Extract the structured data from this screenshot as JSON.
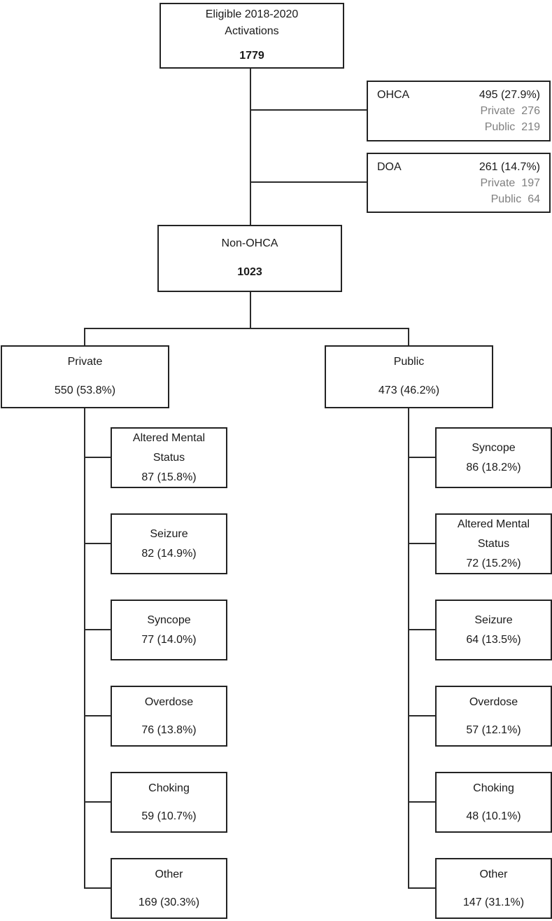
{
  "diagram": {
    "root": {
      "title": "Eligible 2018-2020\nActivations",
      "value": "1779"
    },
    "exclusions": [
      {
        "label": "OHCA",
        "value": "495 (27.9%)",
        "breakdown": [
          {
            "label": "Private",
            "value": "276"
          },
          {
            "label": "Public",
            "value": "219"
          }
        ]
      },
      {
        "label": "DOA",
        "value": "261 (14.7%)",
        "breakdown": [
          {
            "label": "Private",
            "value": "197"
          },
          {
            "label": "Public",
            "value": "64"
          }
        ]
      }
    ],
    "non_ohca": {
      "title": "Non-OHCA",
      "value": "1023"
    },
    "branches": [
      {
        "title": "Private",
        "value": "550 (53.8%)",
        "children": [
          {
            "title": "Altered Mental Status",
            "value": "87 (15.8%)"
          },
          {
            "title": "Seizure",
            "value": "82 (14.9%)"
          },
          {
            "title": "Syncope",
            "value": "77 (14.0%)"
          },
          {
            "title": "Overdose",
            "value": "76 (13.8%)"
          },
          {
            "title": "Choking",
            "value": "59 (10.7%)"
          },
          {
            "title": "Other",
            "value": "169 (30.3%)"
          }
        ]
      },
      {
        "title": "Public",
        "value": "473 (46.2%)",
        "children": [
          {
            "title": "Syncope",
            "value": "86 (18.2%)"
          },
          {
            "title": "Altered Mental Status",
            "value": "72 (15.2%)"
          },
          {
            "title": "Seizure",
            "value": "64 (13.5%)"
          },
          {
            "title": "Overdose",
            "value": "57 (12.1%)"
          },
          {
            "title": "Choking",
            "value": "48 (10.1%)"
          },
          {
            "title": "Other",
            "value": "147 (31.1%)"
          }
        ]
      }
    ],
    "colors": {
      "line": "#2b2b2b",
      "box_border": "#232323",
      "muted_text": "#7f7f7f"
    }
  }
}
